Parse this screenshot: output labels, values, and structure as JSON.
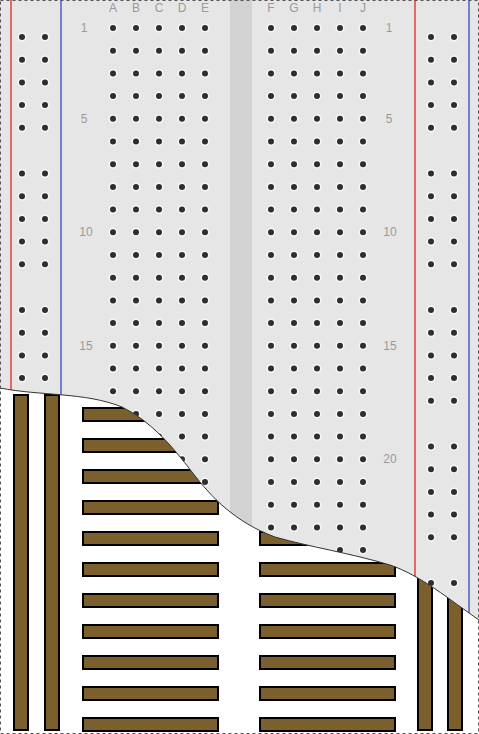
{
  "diagram": {
    "labels": [
      "A",
      "B",
      "C",
      "D",
      "E",
      "F",
      "G",
      "H",
      "I",
      "J",
      "1",
      "5",
      "10",
      "15",
      "1",
      "5",
      "10",
      "15",
      "20"
    ]
  }
}
